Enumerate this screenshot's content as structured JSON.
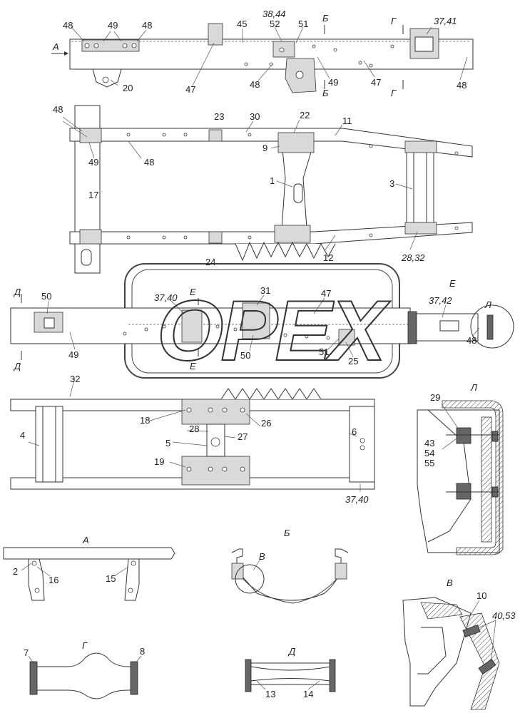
{
  "watermark": "OPEX",
  "labels": {
    "n48": "48",
    "n49": "49",
    "n20": "20",
    "n47": "47",
    "n45": "45",
    "n52": "52",
    "n3844": "38,44",
    "n51": "51",
    "n3741": "37,41",
    "n23": "23",
    "n30": "30",
    "n22": "22",
    "n11": "11",
    "n9": "9",
    "n1": "1",
    "n3": "3",
    "n17": "17",
    "n24": "24",
    "n12": "12",
    "n2832": "28,32",
    "n50": "50",
    "n3740": "37,40",
    "n31": "31",
    "n25": "25",
    "n3742": "37,42",
    "n32": "32",
    "n18": "18",
    "n26": "26",
    "n28": "28",
    "n27": "27",
    "n5": "5",
    "n19": "19",
    "n4": "4",
    "n6": "6",
    "n29": "29",
    "n43": "43",
    "n54": "54",
    "n55": "55",
    "n2": "2",
    "n16": "16",
    "n15": "15",
    "n10": "10",
    "n4053": "40,53",
    "n7": "7",
    "n8": "8",
    "n13": "13",
    "n14": "14"
  },
  "views": {
    "A": "А",
    "B": "Б",
    "G": "Г",
    "D": "Д",
    "E": "Е",
    "L": "Л",
    "V": "В"
  }
}
